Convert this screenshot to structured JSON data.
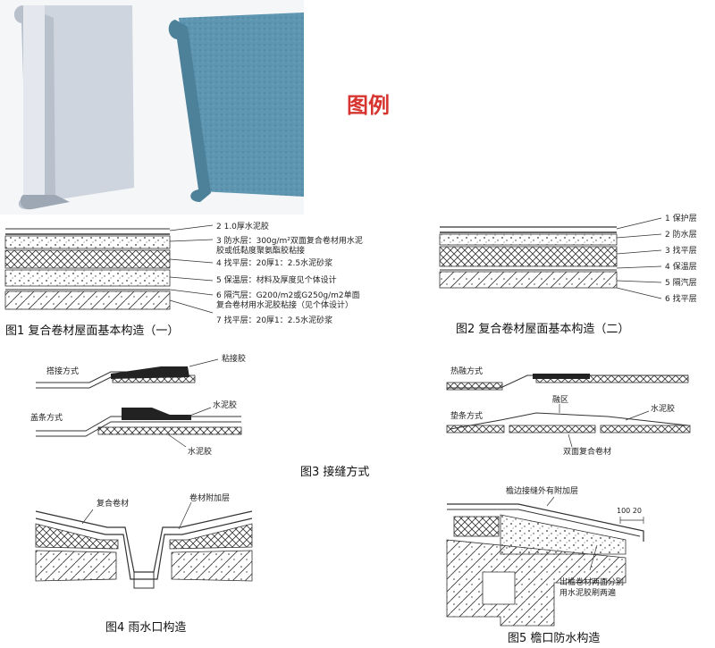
{
  "legend_title": "图例",
  "colors": {
    "legend_title": "#d8342f",
    "line": "#333333",
    "roll_white": "#d9dde4",
    "roll_blue": "#5e95b0"
  },
  "fig1": {
    "caption": "图1 复合卷材屋面基本构造（一）",
    "labels": [
      "2  1.0厚水泥胶",
      "3  防水层：300g/m²双面复合卷材用水泥",
      "    胶或低黏度聚氨酯胶粘接",
      "4  找平层：20厚1：2.5水泥砂浆",
      "5  保温层：材料及厚度见个体设计",
      "6  隔汽层：G200/m2或G250g/m2单面",
      "    复合卷材用水泥胶粘接（见个体设计）",
      "7  找平层：20厚1：2.5水泥砂浆"
    ]
  },
  "fig2": {
    "caption": "图2 复合卷材屋面基本构造（二）",
    "labels": [
      "1  保护层",
      "2  防水层",
      "3  找平层",
      "4  保温层",
      "5  隔汽层",
      "6  找平层"
    ]
  },
  "fig3": {
    "caption": "图3 接缝方式",
    "left_labels": [
      "搭接方式",
      "粘接胶",
      "盖条方式",
      "水泥胶",
      "水泥胶"
    ],
    "right_labels": [
      "热融方式",
      "垫条方式",
      "融区",
      "水泥胶",
      "双面复合卷材"
    ]
  },
  "fig4": {
    "caption": "图4 雨水口构造",
    "labels": [
      "复合卷材",
      "卷材附加层"
    ]
  },
  "fig5": {
    "caption": "图5 檐口防水构造",
    "labels": [
      "檐边接缝外有附加层",
      "100  20",
      "出檐卷材两面分别",
      "用水泥胶刷两遍"
    ]
  }
}
